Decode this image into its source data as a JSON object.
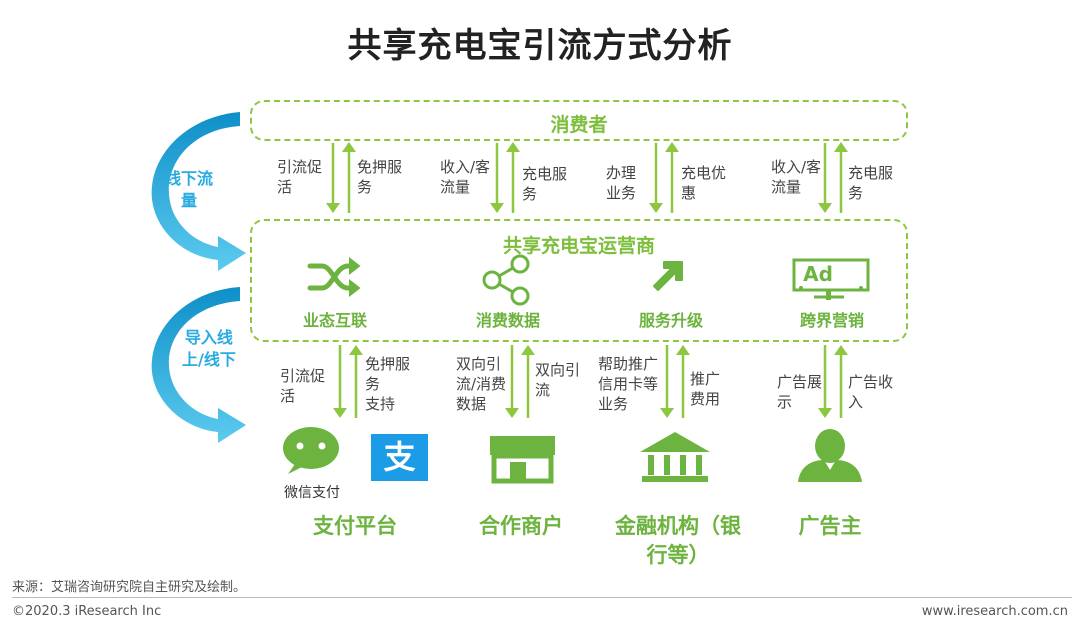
{
  "title": "共享充电宝引流方式分析",
  "consumer": "消费者",
  "operator": {
    "title": "共享充电宝运营商",
    "features": [
      "业态互联",
      "消费数据",
      "服务升级",
      "跨界营销"
    ]
  },
  "top_flows": [
    "引流促\n活",
    "免押服\n务",
    "收入/客\n流量",
    "充电服\n务",
    "办理\n业务",
    "充电优\n惠",
    "收入/客\n流量",
    "充电服\n务"
  ],
  "bottom_flows": [
    "引流促\n活",
    "免押服\n务\n支持",
    "双向引\n流/消费\n数据",
    "双向引\n流",
    "帮助推广\n信用卡等\n业务",
    "推广\n费用",
    "广告展\n示",
    "广告收\n入"
  ],
  "side_labels": [
    "线下流\n量",
    "导入线\n上/线下"
  ],
  "wechat_pay": "微信支付",
  "alipay_glyph": "支",
  "ad_icon_text": "Ad",
  "partners": [
    "支付平台",
    "合作商户",
    "金融机构（银\n行等）",
    "广告主"
  ],
  "source": "来源：艾瑞咨询研究院自主研究及绘制。",
  "copyright": "©2020.3 iResearch Inc",
  "website": "www.iresearch.com.cn",
  "colors": {
    "green": "#8DC63F",
    "dark_green": "#6DB33F",
    "blue": "#29ABE2",
    "alipay": "#1C9BE6"
  }
}
